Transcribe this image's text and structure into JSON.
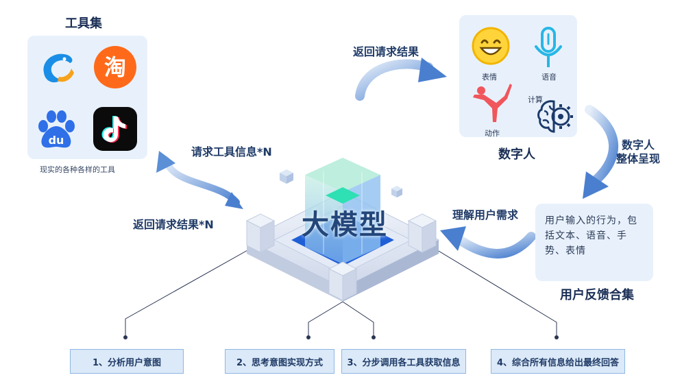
{
  "tools": {
    "title": "工具集",
    "caption": "现实的各种各样的工具",
    "apps": [
      {
        "name": "ctrip",
        "color": "#1a8ee6"
      },
      {
        "name": "taobao",
        "color": "#ff6a1a",
        "glyph": "淘"
      },
      {
        "name": "baidu",
        "color": "#2f6fe8",
        "glyph": "du"
      },
      {
        "name": "douyin",
        "color": "#0b0b0b"
      }
    ]
  },
  "digital_human": {
    "title": "数字人",
    "labels": {
      "expression": "表情",
      "voice": "语音",
      "action": "动作",
      "compute": "计算"
    }
  },
  "feedback": {
    "title": "用户反馈合集",
    "text": "用户输入的行为，包括文本、语音、手势、表情"
  },
  "center": {
    "model_label": "大模型"
  },
  "arrows": {
    "return_result": "返回请求结果",
    "digital_present_1": "数字人",
    "digital_present_2": "整体呈现",
    "understand_need": "理解用户需求",
    "request_tool": "请求工具信息*N",
    "return_result_n": "返回请求结果*N"
  },
  "steps": [
    "1、分析用户意图",
    "2、思考意图实现方式",
    "3、分步调用各工具获取信息",
    "4、综合所有信息给出最终回答"
  ],
  "colors": {
    "arrow": "#5b8fd6",
    "panel": "#e8f1fb",
    "step_fill": "#dbe9f8",
    "step_border": "#8fb7e3"
  }
}
